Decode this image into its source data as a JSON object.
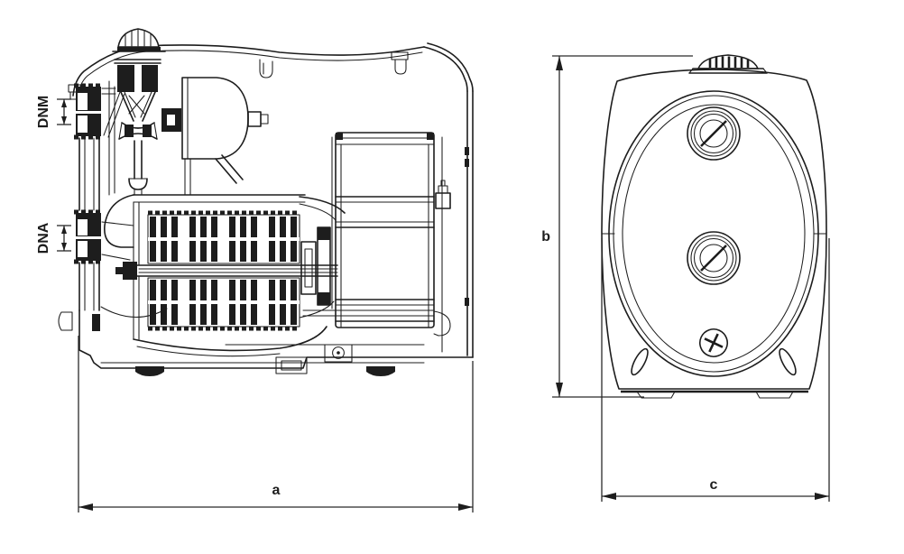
{
  "page": {
    "background": "#ffffff",
    "line_color": "#1d1d1d"
  },
  "labels": {
    "dnm": "DNM",
    "dna": "DNA",
    "dim_a": "a",
    "dim_b": "b",
    "dim_c": "c"
  }
}
